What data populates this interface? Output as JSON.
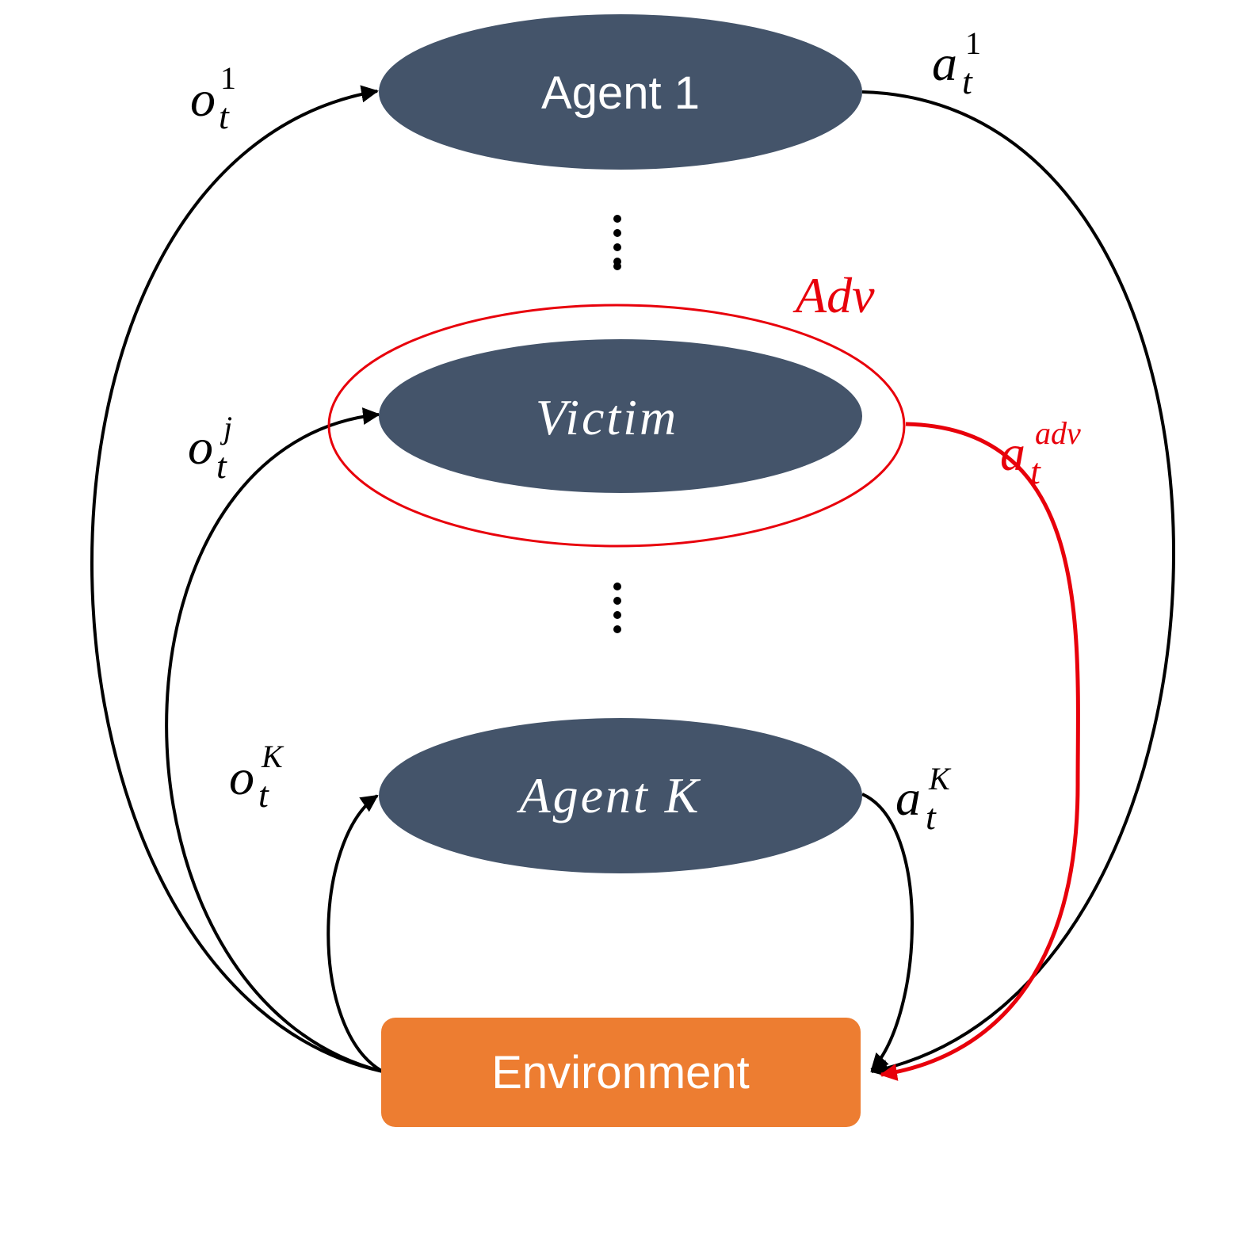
{
  "colors": {
    "node_fill": "#44546a",
    "environment_fill": "#ed7d31",
    "edge": "#000000",
    "adversary": "#e8000b"
  },
  "nodes": {
    "agent1": "Agent 1",
    "victim": "Victim",
    "agentK": "Agent K",
    "environment": "Environment"
  },
  "adversary_label": "Adv",
  "edge_labels": {
    "o1": {
      "base": "o",
      "sup": "1",
      "sub": "t"
    },
    "oj": {
      "base": "o",
      "sup": "j",
      "sub": "t"
    },
    "oK": {
      "base": "o",
      "sup": "K",
      "sub": "t"
    },
    "a1": {
      "base": "a",
      "sup": "1",
      "sub": "t"
    },
    "aadv": {
      "base": "a",
      "sup": "adv",
      "sub": "t"
    },
    "aK": {
      "base": "a",
      "sup": "K",
      "sub": "t"
    }
  }
}
